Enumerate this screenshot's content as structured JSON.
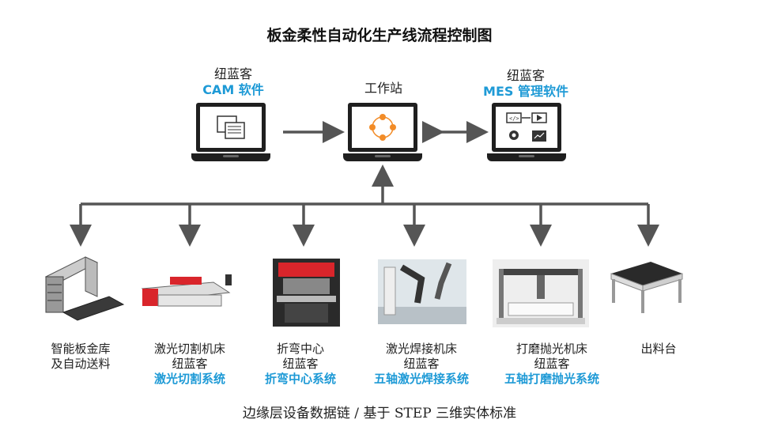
{
  "title": "板金柔性自动化生产线流程控制图",
  "top_nodes": [
    {
      "line1": "纽蓝客",
      "line2": "CAM 软件"
    },
    {
      "line1": "工作站",
      "line2": ""
    },
    {
      "line1": "纽蓝客",
      "line2": "MES 管理软件"
    }
  ],
  "bottom_nodes": [
    {
      "line1": "智能板金库",
      "line2": "及自动送料",
      "line3": ""
    },
    {
      "line1": "激光切割机床",
      "line2": "纽蓝客",
      "line3": "激光切割系统"
    },
    {
      "line1": "折弯中心",
      "line2": "纽蓝客",
      "line3": "折弯中心系统"
    },
    {
      "line1": "激光焊接机床",
      "line2": "纽蓝客",
      "line3": "五轴激光焊接系统"
    },
    {
      "line1": "打磨抛光机床",
      "line2": "纽蓝客",
      "line3": "五轴打磨抛光系统"
    },
    {
      "line1": "出料台",
      "line2": "",
      "line3": ""
    }
  ],
  "footer": "边缘层设备数据链 / 基于 STEP 三维实体标准",
  "colors": {
    "accent": "#1e9ad6",
    "line": "#555555",
    "machine_red": "#d9252b"
  }
}
